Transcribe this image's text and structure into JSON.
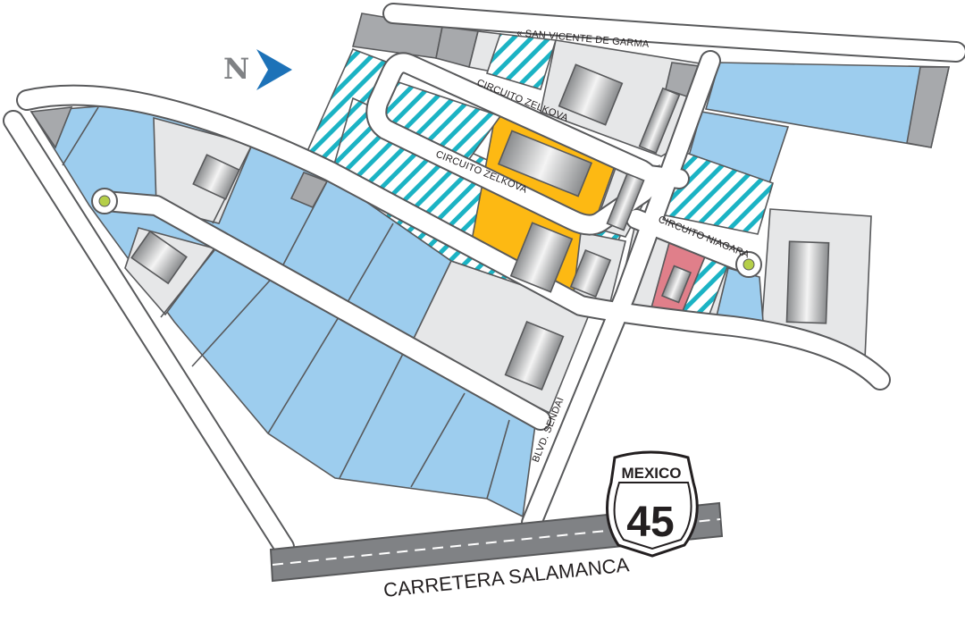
{
  "map": {
    "compass": {
      "letter": "N",
      "arrow_color": "#1d72b8"
    },
    "roads": {
      "san_vicente": "« SAN VICENTE DE GARMA",
      "zelkova_north": "CIRCUITO ZELKOVA",
      "zelkova_south": "CIRCUITO ZELKOVA",
      "niagara": "CIRCUITO NIAGARA",
      "sendai": "BLVD. SENDAI",
      "carretera": "CARRETERA SALAMANCA"
    },
    "highway_shield": {
      "country": "MEXICO",
      "number": "45"
    },
    "colors": {
      "available": "#9dcdee",
      "occupied": "#e6e7e8",
      "reserved": "#a7a9ac",
      "highlight": "#fdb913",
      "special": "#e07f8a",
      "hatch": "#1bb3c4"
    }
  }
}
